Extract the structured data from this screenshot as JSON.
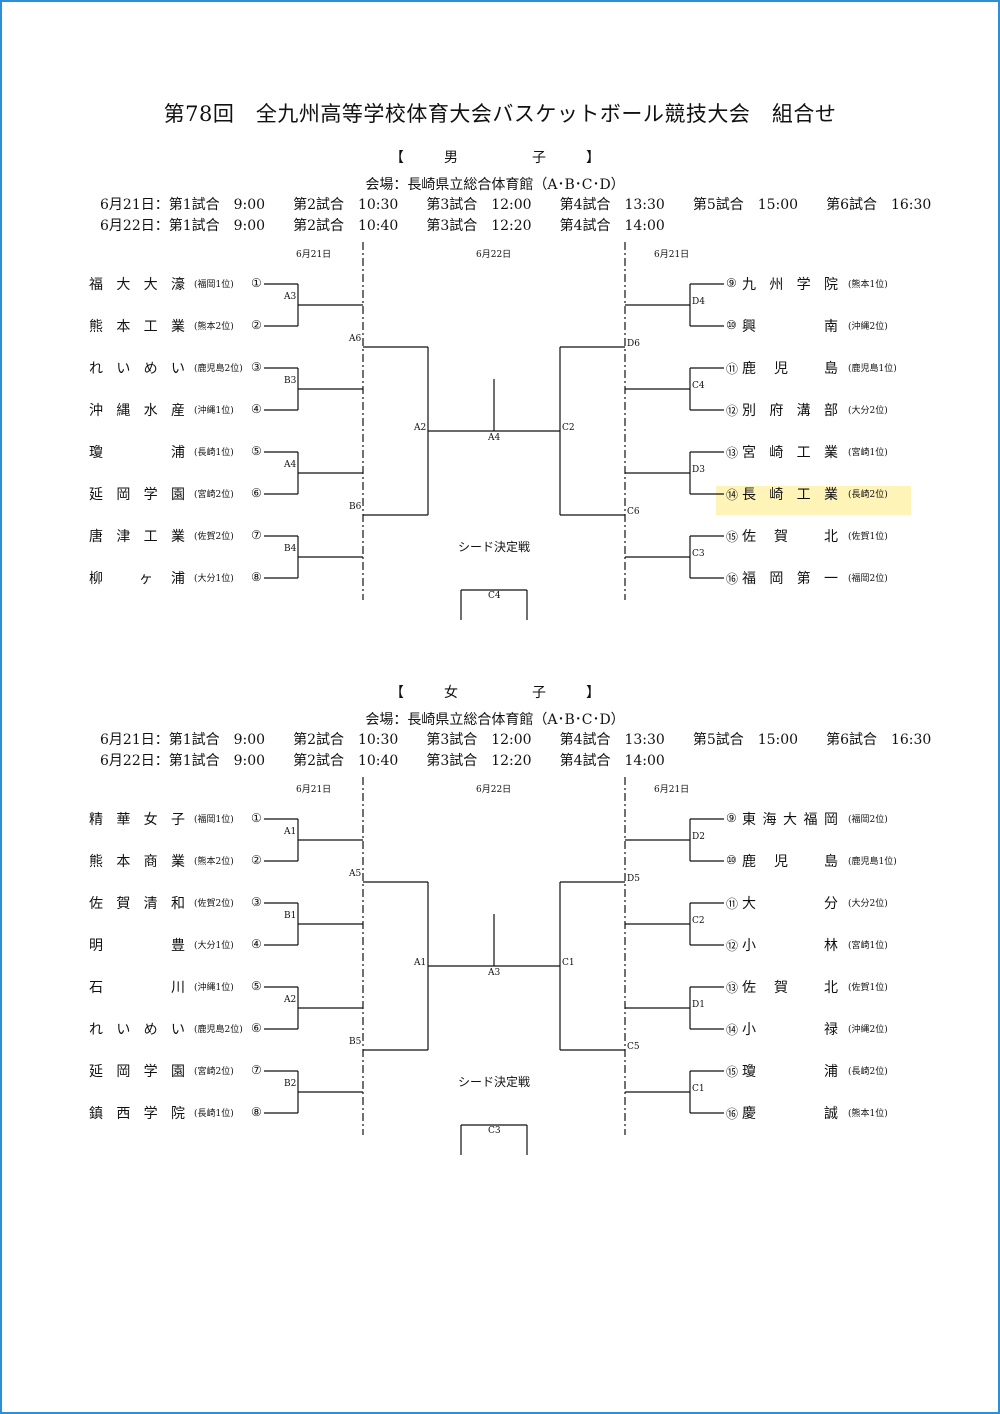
{
  "title": "第78回　全九州高等学校体育大会バスケットボール競技大会　組合せ",
  "boys": {
    "heading": {
      "open": "【",
      "label": "男　子",
      "close": "】"
    },
    "venue": "会場：長崎県立総合体育館（A･B･C･D）",
    "schedule_day1": "6月21日：第1試合　9:00　　第2試合　10:30　　第3試合　12:00　　第4試合　13:30　　第5試合　15:00　　第6試合　16:30",
    "schedule_day2": "6月22日：第1試合　9:00　　第2試合　10:40　　第3試合　12:20　　第4試合　14:00",
    "day_left": "6月21日",
    "day_center": "6月22日",
    "day_right": "6月21日",
    "left_teams": [
      {
        "name": [
          "福",
          "大",
          "大",
          "濠"
        ],
        "pref": "(福岡1位)",
        "seed": "①"
      },
      {
        "name": [
          "熊",
          "本",
          "工",
          "業"
        ],
        "pref": "(熊本2位)",
        "seed": "②"
      },
      {
        "name": [
          "れ",
          "い",
          "め",
          "い"
        ],
        "pref": "(鹿児島2位)",
        "seed": "③"
      },
      {
        "name": [
          "沖",
          "縄",
          "水",
          "産"
        ],
        "pref": "(沖縄1位)",
        "seed": "④"
      },
      {
        "name": [
          "瓊",
          "",
          "",
          "浦"
        ],
        "pref": "(長崎1位)",
        "seed": "⑤"
      },
      {
        "name": [
          "延",
          "岡",
          "学",
          "園"
        ],
        "pref": "(宮崎2位)",
        "seed": "⑥"
      },
      {
        "name": [
          "唐",
          "津",
          "工",
          "業"
        ],
        "pref": "(佐賀2位)",
        "seed": "⑦"
      },
      {
        "name": [
          "柳",
          "",
          "ヶ",
          "浦"
        ],
        "pref": "(大分1位)",
        "seed": "⑧"
      }
    ],
    "right_teams": [
      {
        "name": [
          "九",
          "州",
          "学",
          "院"
        ],
        "pref": "(熊本1位)",
        "seed": "⑨"
      },
      {
        "name": [
          "興",
          "",
          "",
          "南"
        ],
        "pref": "(沖縄2位)",
        "seed": "⑩"
      },
      {
        "name": [
          "鹿",
          "児",
          "",
          "島"
        ],
        "pref": "(鹿児島1位)",
        "seed": "⑪"
      },
      {
        "name": [
          "別",
          "府",
          "溝",
          "部"
        ],
        "pref": "(大分2位)",
        "seed": "⑫"
      },
      {
        "name": [
          "宮",
          "崎",
          "工",
          "業"
        ],
        "pref": "(宮崎1位)",
        "seed": "⑬"
      },
      {
        "name": [
          "長",
          "崎",
          "工",
          "業"
        ],
        "pref": "(長崎2位)",
        "seed": "⑭"
      },
      {
        "name": [
          "佐",
          "賀",
          "",
          "北"
        ],
        "pref": "(佐賀1位)",
        "seed": "⑮"
      },
      {
        "name": [
          "福",
          "岡",
          "第",
          "一"
        ],
        "pref": "(福岡2位)",
        "seed": "⑯"
      }
    ],
    "games": {
      "l1": "A3",
      "l2": "B3",
      "l3": "A4",
      "l4": "B4",
      "lq1": "A6",
      "lq2": "B6",
      "ls": "A2",
      "final": "A4",
      "r1": "D4",
      "r2": "C4",
      "r3": "D3",
      "r4": "C3",
      "rq1": "D6",
      "rq2": "C6",
      "rs": "C2",
      "seed_game": "C4"
    },
    "seed_label": "シード決定戦"
  },
  "girls": {
    "heading": {
      "open": "【",
      "label": "女　子",
      "close": "】"
    },
    "venue": "会場：長崎県立総合体育館（A･B･C･D）",
    "schedule_day1": "6月21日：第1試合　9:00　　第2試合　10:30　　第3試合　12:00　　第4試合　13:30　　第5試合　15:00　　第6試合　16:30",
    "schedule_day2": "6月22日：第1試合　9:00　　第2試合　10:40　　第3試合　12:20　　第4試合　14:00",
    "day_left": "6月21日",
    "day_center": "6月22日",
    "day_right": "6月21日",
    "left_teams": [
      {
        "name": [
          "精",
          "華",
          "女",
          "子"
        ],
        "pref": "(福岡1位)",
        "seed": "①"
      },
      {
        "name": [
          "熊",
          "本",
          "商",
          "業"
        ],
        "pref": "(熊本2位)",
        "seed": "②"
      },
      {
        "name": [
          "佐",
          "賀",
          "清",
          "和"
        ],
        "pref": "(佐賀2位)",
        "seed": "③"
      },
      {
        "name": [
          "明",
          "",
          "",
          "豊"
        ],
        "pref": "(大分1位)",
        "seed": "④"
      },
      {
        "name": [
          "石",
          "",
          "",
          "川"
        ],
        "pref": "(沖縄1位)",
        "seed": "⑤"
      },
      {
        "name": [
          "れ",
          "い",
          "め",
          "い"
        ],
        "pref": "(鹿児島2位)",
        "seed": "⑥"
      },
      {
        "name": [
          "延",
          "岡",
          "学",
          "園"
        ],
        "pref": "(宮崎2位)",
        "seed": "⑦"
      },
      {
        "name": [
          "鎮",
          "西",
          "学",
          "院"
        ],
        "pref": "(長崎1位)",
        "seed": "⑧"
      }
    ],
    "right_teams": [
      {
        "name": [
          "東",
          "海",
          "大",
          "福",
          "岡"
        ],
        "pref": "(福岡2位)",
        "seed": "⑨"
      },
      {
        "name": [
          "鹿",
          "児",
          "",
          "島"
        ],
        "pref": "(鹿児島1位)",
        "seed": "⑩"
      },
      {
        "name": [
          "大",
          "",
          "",
          "分"
        ],
        "pref": "(大分2位)",
        "seed": "⑪"
      },
      {
        "name": [
          "小",
          "",
          "",
          "林"
        ],
        "pref": "(宮崎1位)",
        "seed": "⑫"
      },
      {
        "name": [
          "佐",
          "賀",
          "",
          "北"
        ],
        "pref": "(佐賀1位)",
        "seed": "⑬"
      },
      {
        "name": [
          "小",
          "",
          "",
          "禄"
        ],
        "pref": "(沖縄2位)",
        "seed": "⑭"
      },
      {
        "name": [
          "瓊",
          "",
          "",
          "浦"
        ],
        "pref": "(長崎2位)",
        "seed": "⑮"
      },
      {
        "name": [
          "慶",
          "",
          "",
          "誠"
        ],
        "pref": "(熊本1位)",
        "seed": "⑯"
      }
    ],
    "games": {
      "l1": "A1",
      "l2": "B1",
      "l3": "A2",
      "l4": "B2",
      "lq1": "A5",
      "lq2": "B5",
      "ls": "A1",
      "final": "A3",
      "r1": "D2",
      "r2": "C2",
      "r3": "D1",
      "r4": "C1",
      "rq1": "D5",
      "rq2": "C5",
      "rs": "C1",
      "seed_game": "C3"
    },
    "seed_label": "シード決定戦"
  },
  "highlight_color": "#fff4b8"
}
